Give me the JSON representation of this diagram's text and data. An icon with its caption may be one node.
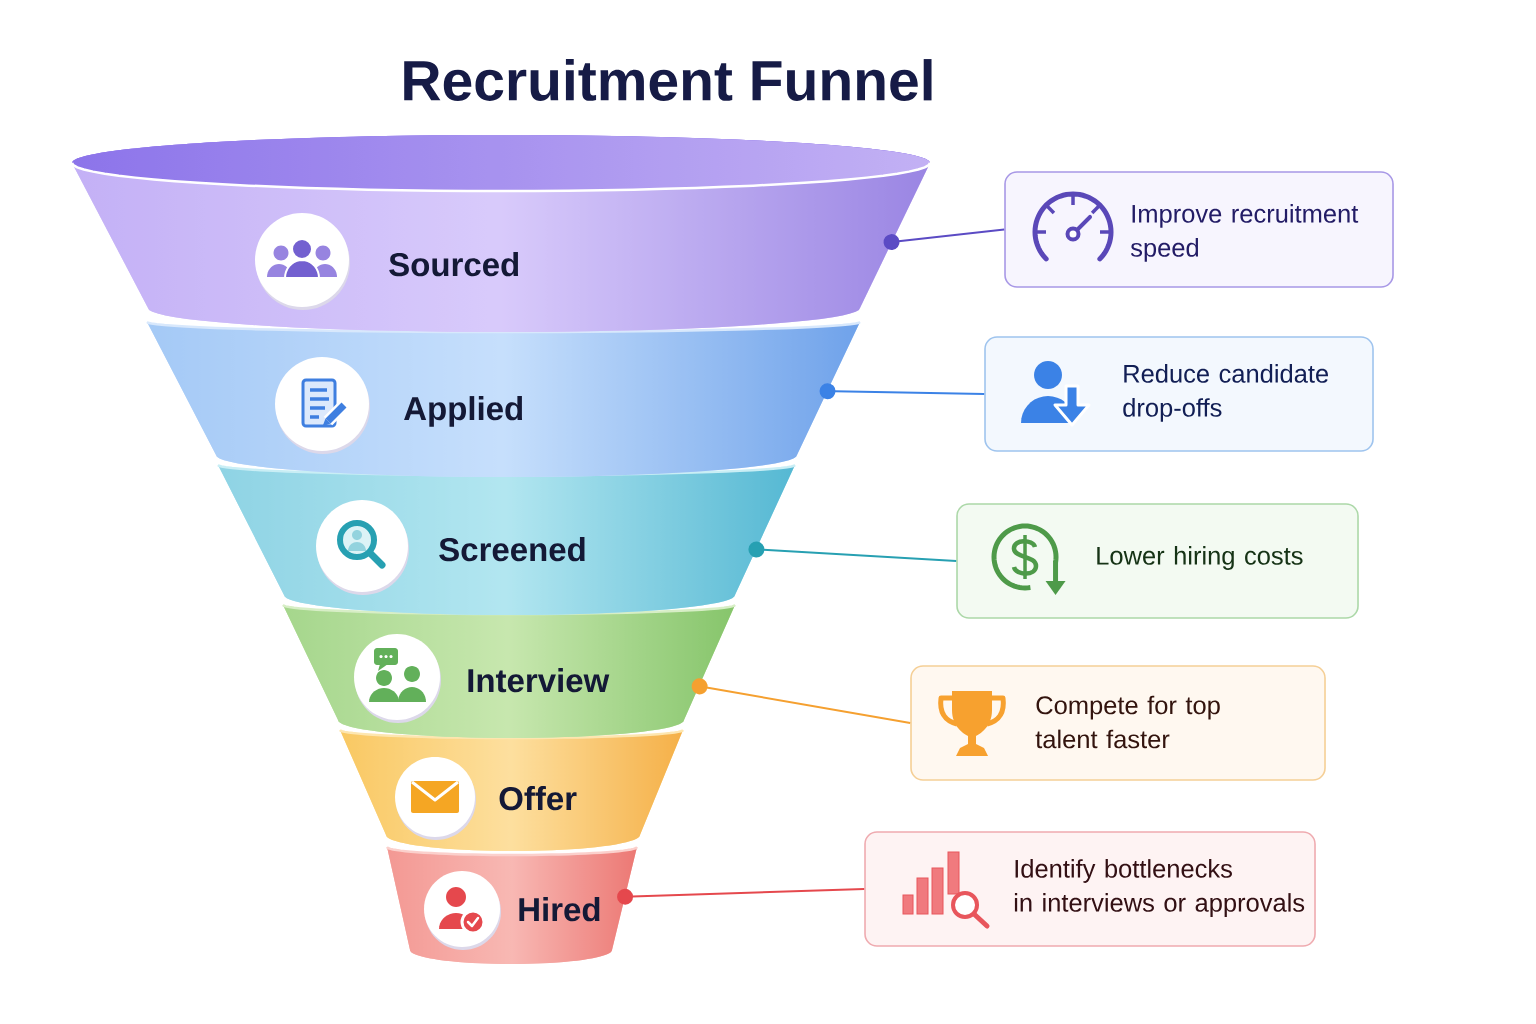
{
  "diagram": {
    "title": "Recruitment Funnel",
    "nodes": [
      {
        "text": [
          "Sourced"
        ]
      },
      {
        "text": [
          "Applied"
        ]
      },
      {
        "text": [
          "Screened"
        ]
      },
      {
        "text": [
          "Interview"
        ]
      },
      {
        "text": [
          "Offer"
        ]
      },
      {
        "text": [
          "Hired"
        ]
      },
      {
        "text": [
          "Improve recruitment speed"
        ]
      },
      {
        "text": [
          "Reduce candidate drop-offs"
        ]
      },
      {
        "text": [
          "Lower hiring costs"
        ]
      },
      {
        "text": [
          "Compete for top talent faster"
        ]
      },
      {
        "text": [
          "Identify bottlenecks in interviews or approvals"
        ]
      }
    ],
    "edges": [
      {
        "from": 0,
        "to": 6,
        "arrow": "other",
        "color": "#5b4bc4"
      },
      {
        "from": 1,
        "to": 7,
        "arrow": "other",
        "color": "#3b82e6"
      },
      {
        "from": 2,
        "to": 8,
        "arrow": "other",
        "color": "#27a0b2"
      },
      {
        "from": 3,
        "to": 9,
        "arrow": "other",
        "color": "#f5a030"
      },
      {
        "from": 5,
        "to": 10,
        "arrow": "other",
        "color": "#e5484d"
      }
    ]
  }
}
